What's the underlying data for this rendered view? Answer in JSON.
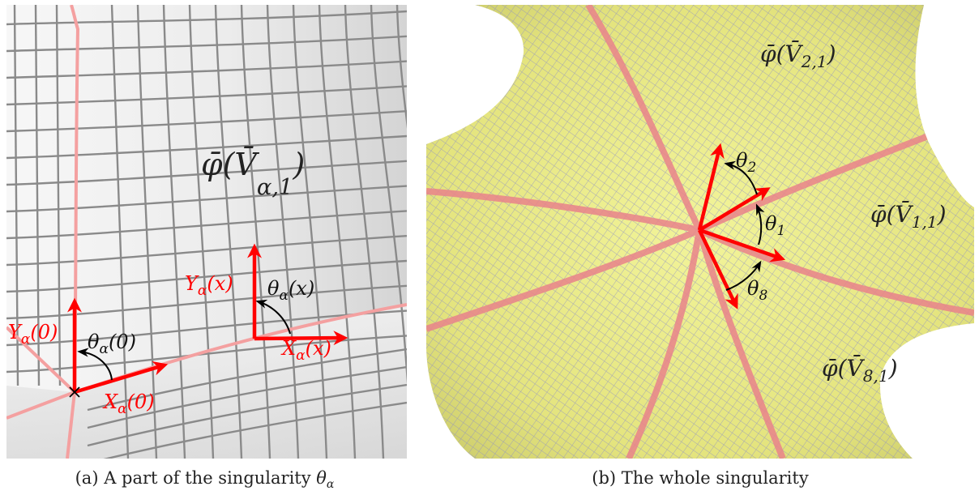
{
  "panel_a": {
    "region_label": {
      "base": "φ̄(V̄",
      "sub": "α,1",
      "close": ")"
    },
    "y0_label": {
      "base": "Y",
      "sub": "α",
      "arg": "(0)"
    },
    "x0_label": {
      "base": "X",
      "sub": "α",
      "arg": "(0)"
    },
    "theta0_label": {
      "base": "θ",
      "sub": "α",
      "arg": "(0)"
    },
    "yx_label": {
      "base": "Y",
      "sub": "α",
      "arg": "(x)"
    },
    "xx_label": {
      "base": "X",
      "sub": "α",
      "arg": "(x)"
    },
    "thetax_label": {
      "base": "θ",
      "sub": "α",
      "arg": "(x)"
    },
    "colors": {
      "arrow": "#ff0000",
      "seam": "#f4a0a0",
      "grid": "#8a8a8a",
      "surface": "#eeeeee"
    }
  },
  "panel_b": {
    "region_2_label": {
      "base": "φ̄(V̄",
      "sub": "2,1",
      "close": ")"
    },
    "region_1_label": {
      "base": "φ̄(V̄",
      "sub": "1,1",
      "close": ")"
    },
    "region_8_label": {
      "base": "φ̄(V̄",
      "sub": "8,1",
      "close": ")"
    },
    "theta2_label": {
      "base": "θ",
      "sub": "2"
    },
    "theta1_label": {
      "base": "θ",
      "sub": "1"
    },
    "theta8_label": {
      "base": "θ",
      "sub": "8"
    },
    "colors": {
      "arrow": "#ff0000",
      "seam": "#e9838b",
      "surface": "#eef08a",
      "mesh": "#8a8cc8"
    }
  },
  "captions": {
    "a_prefix": "(a) A part of the singularity ",
    "a_symbol": "θ",
    "a_sub": "α",
    "b": "(b) The whole singularity"
  }
}
